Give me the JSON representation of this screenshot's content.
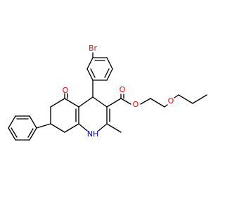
{
  "structure": {
    "atoms": [
      {
        "id": "br",
        "text": "Br",
        "color": "#A52A2A"
      },
      {
        "id": "ketone_o",
        "text": "O",
        "color": "#FF0000"
      },
      {
        "id": "ester_o_carbonyl",
        "text": "O",
        "color": "#FF0000"
      },
      {
        "id": "ester_o_single",
        "text": "O",
        "color": "#FF0000"
      },
      {
        "id": "ether_o",
        "text": "O",
        "color": "#FF0000"
      },
      {
        "id": "nh",
        "text": "NH",
        "color": "#0000FF"
      }
    ],
    "bond_color": "#000000"
  }
}
